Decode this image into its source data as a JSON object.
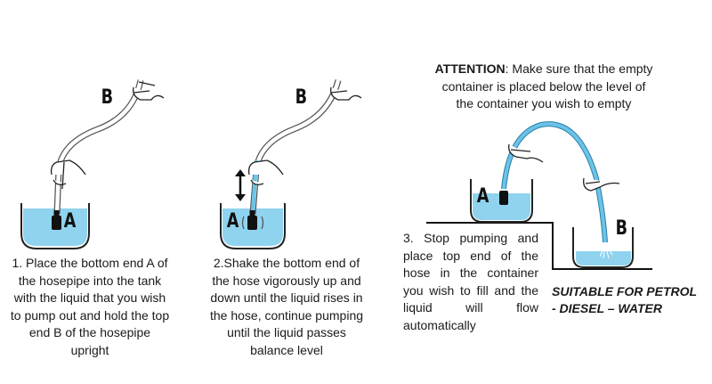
{
  "colors": {
    "water": "#8fd3ef",
    "hose": "#6cc3e8",
    "ink": "#1a1a1a"
  },
  "step1": {
    "text": "1. Place the bottom end A of the hosepipe into the tank with the liquid that you wish to pump out and hold the top end B of the hosepipe upright",
    "label_a": "A",
    "label_b": "B"
  },
  "step2": {
    "text": "2.Shake the bottom end of the hose vigorously up and down until the liquid rises in the hose, continue pumping until the liquid passes balance level",
    "label_a": "A",
    "label_b": "B"
  },
  "attention": {
    "title": "ATTENTION",
    "text": ": Make sure that the empty container is placed below the level of the container you wish to empty"
  },
  "step3": {
    "text": "3. Stop pumping and place top end of the hose in the container you wish to fill and the liquid will flow automatically",
    "label_a": "A",
    "label_b": "B"
  },
  "suitable": {
    "line1": "SUITABLE FOR PETROL",
    "line2": "- DIESEL – WATER"
  }
}
